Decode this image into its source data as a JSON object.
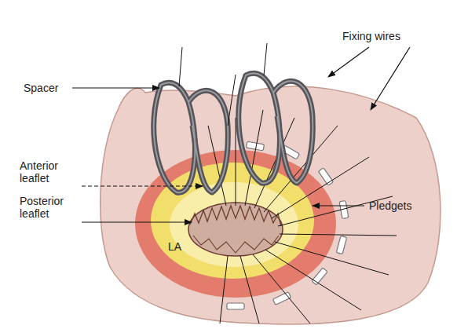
{
  "diagram": {
    "labels": [
      "Spacer",
      "Fixing wires",
      "Anterior leaflet",
      "Posterior leaflet",
      "Pledgets",
      "LA"
    ]
  }
}
